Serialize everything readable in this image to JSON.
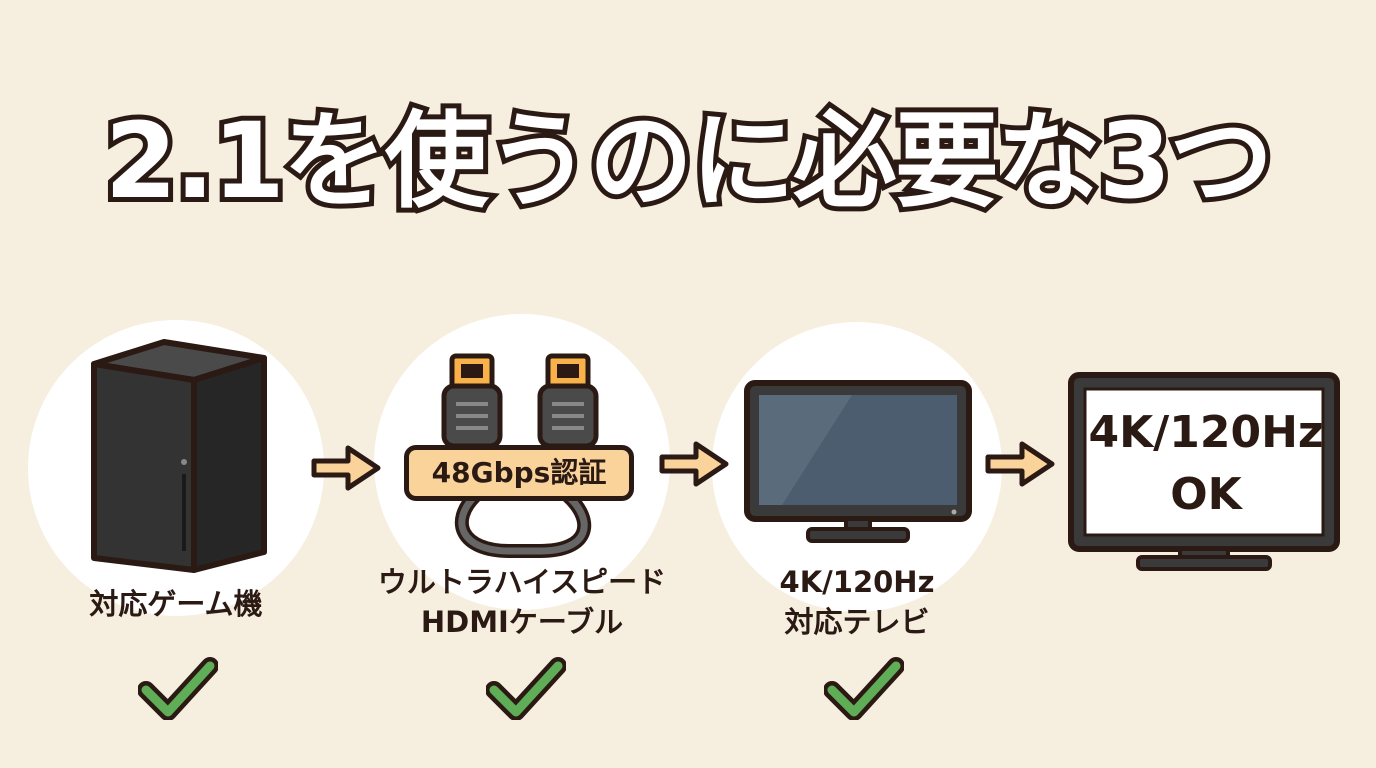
{
  "title": "2.1を使うのに必要な3つ",
  "items": [
    {
      "label_lines": [
        "対応ゲーム機"
      ],
      "icon": "game-console-icon"
    },
    {
      "label_lines": [
        "ウルトラハイスピード",
        "HDMIケーブル"
      ],
      "badge": "48Gbps認証",
      "icon": "hdmi-cable-icon"
    },
    {
      "label_lines": [
        "4K/120Hz",
        "対応テレビ"
      ],
      "icon": "tv-icon"
    }
  ],
  "result": {
    "screen_lines": [
      "4K/120Hz",
      "OK"
    ],
    "icon": "tv-result-icon"
  },
  "colors": {
    "background": "#f6efe0",
    "outline": "#2b1a14",
    "arrow": "#f9d39a",
    "check": "#5fae57",
    "badge": "#f9d39a"
  }
}
